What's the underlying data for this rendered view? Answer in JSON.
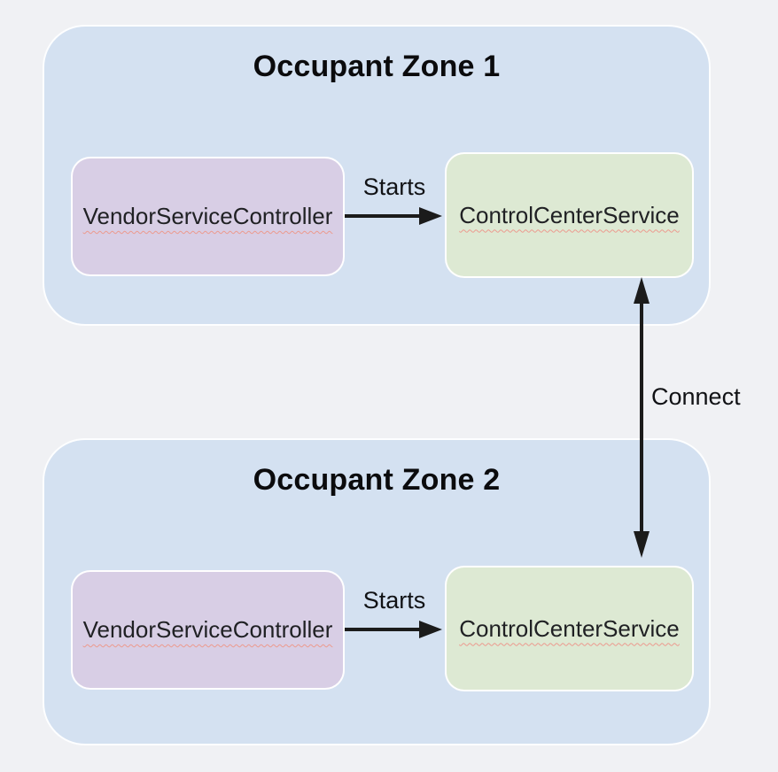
{
  "diagram": {
    "zones": [
      {
        "title": "Occupant Zone 1",
        "vendor_label": "VendorServiceController",
        "starts_label": "Starts",
        "control_label": "ControlCenterService"
      },
      {
        "title": "Occupant Zone 2",
        "vendor_label": "VendorServiceController",
        "starts_label": "Starts",
        "control_label": "ControlCenterService"
      }
    ],
    "connect_label": "Connect",
    "colors": {
      "background": "#f0f1f4",
      "zone_fill": "#d4e1f1",
      "vendor_node_fill": "#d8cee5",
      "control_node_fill": "#dde9d3",
      "node_border": "#ffffff",
      "arrow": "#1b1b1b",
      "squiggle_underline": "#ec9a8e",
      "text": "#202124"
    }
  }
}
